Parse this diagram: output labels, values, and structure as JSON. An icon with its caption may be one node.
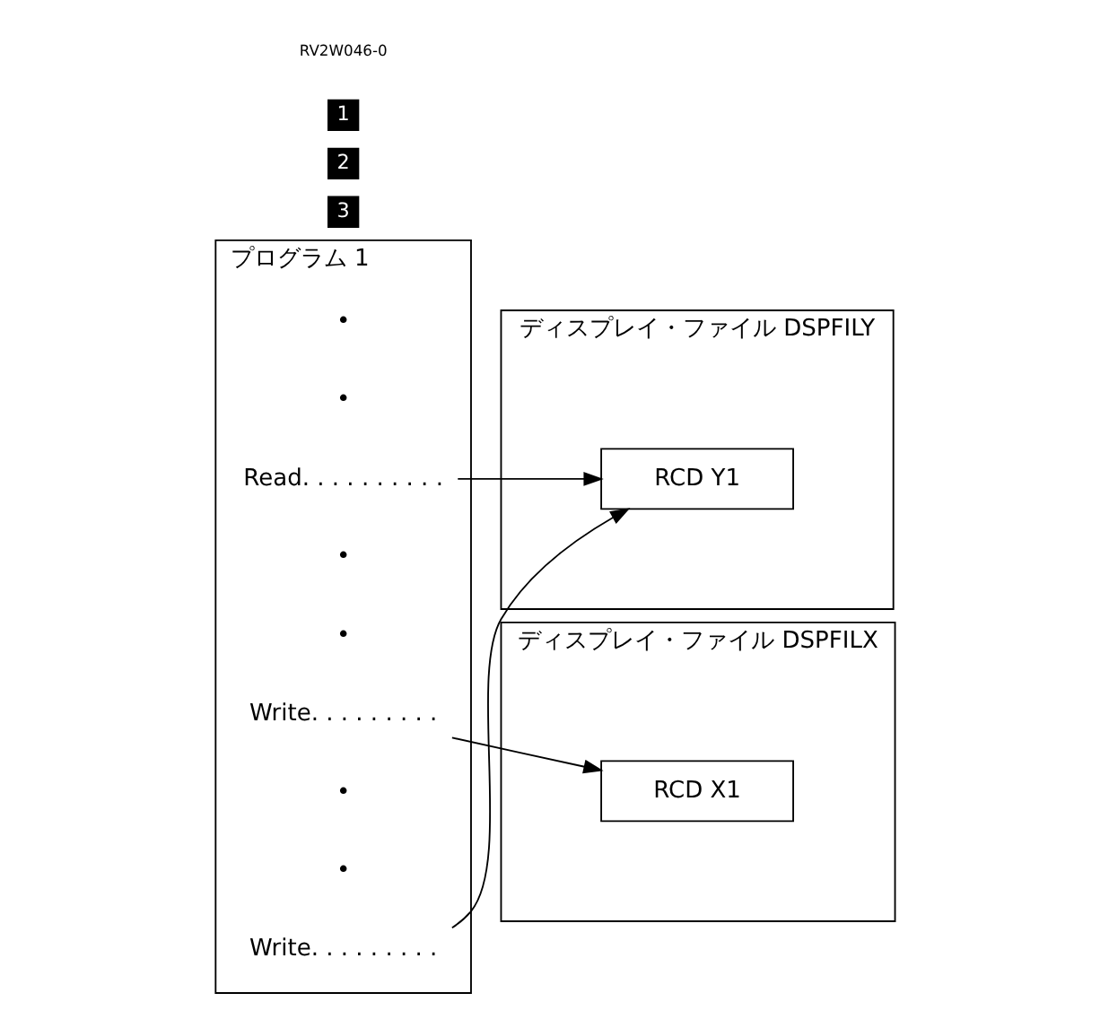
{
  "diagram": {
    "nodes": [
      {
        "text": [
          "プログラム 1"
        ]
      },
      {
        "text": [
          "Write. . . . . . . . ."
        ],
        "in": 0
      },
      {
        "text": [
          "•"
        ],
        "in": 0
      },
      {
        "text": [
          "•"
        ],
        "in": 0
      },
      {
        "text": [
          "Write. . . . . . . . ."
        ],
        "in": 0
      },
      {
        "text": [
          "•"
        ],
        "in": 0
      },
      {
        "text": [
          "•"
        ],
        "in": 0
      },
      {
        "text": [
          "Read. . . . . . . . . ."
        ],
        "in": 0
      },
      {
        "text": [
          "•"
        ],
        "in": 0
      },
      {
        "text": [
          "•"
        ],
        "in": 0
      },
      {
        "text": [
          "ディスプレイ・ファイル DSPFILY"
        ]
      },
      {
        "text": [
          "RCD Y1"
        ],
        "in": 10
      },
      {
        "text": [
          "ディスプレイ・ファイル DSPFILX"
        ]
      },
      {
        "text": [
          "RCD X1"
        ],
        "in": 12
      }
    ],
    "edges": [
      {
        "from": 1,
        "to": 11,
        "arrow": "to"
      },
      {
        "from": 4,
        "to": 13,
        "arrow": "to"
      },
      {
        "from": 7,
        "to": 11,
        "arrow": "to"
      }
    ],
    "labels": [
      "1",
      "2",
      "3",
      "RV2W046-0"
    ]
  }
}
